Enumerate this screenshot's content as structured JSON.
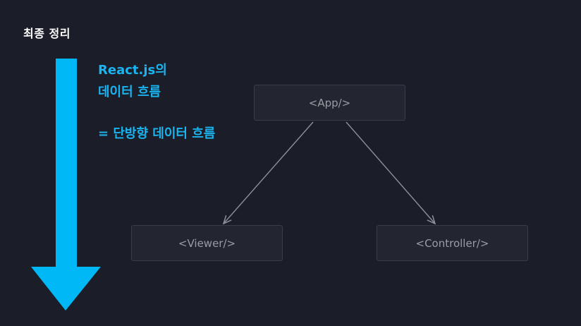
{
  "slide": {
    "title": "최종 정리",
    "caption_line1": "React.js의",
    "caption_line2": "데이터 흐름",
    "caption_line3": "= 단방향 데이터 흐름"
  },
  "diagram": {
    "nodes": {
      "app": "<App/>",
      "viewer": "<Viewer/>",
      "controller": "<Controller/>"
    },
    "edges": [
      {
        "from": "app",
        "to": "viewer"
      },
      {
        "from": "app",
        "to": "controller"
      }
    ]
  },
  "colors": {
    "background": "#1b1d28",
    "accent": "#00b8f5",
    "caption": "#1ab4f0",
    "node_fill": "#232631",
    "node_border": "#3a3d49",
    "edge": "#8e8f96"
  }
}
